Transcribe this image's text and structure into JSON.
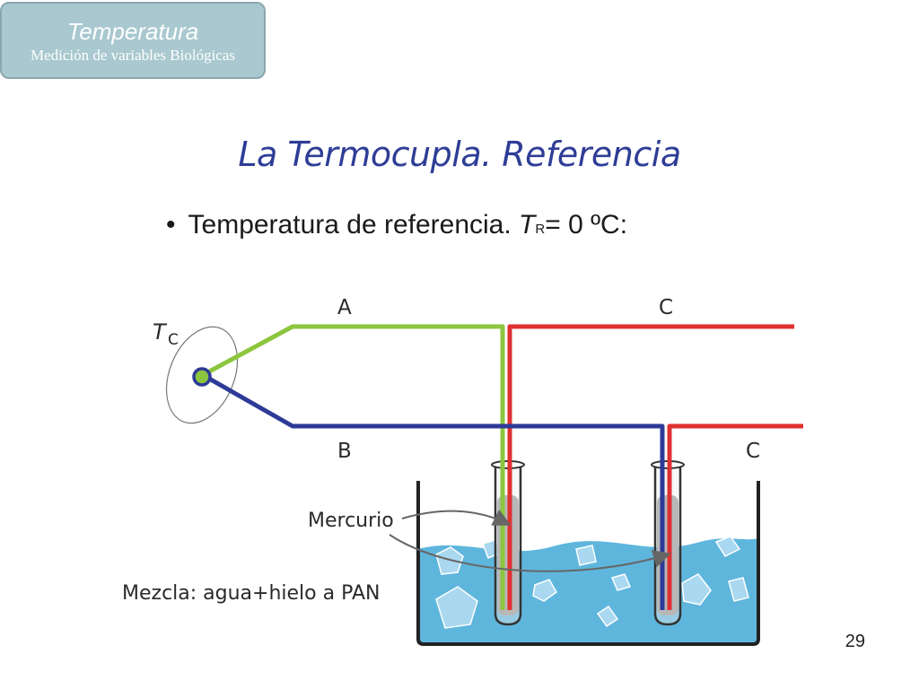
{
  "header": {
    "title": "Temperatura",
    "subtitle": "Medición de variables Biológicas"
  },
  "slide": {
    "title": "La Termocupla. Referencia",
    "bullet": {
      "symbol": "•",
      "text": "Temperatura de referencia. ",
      "variable": "T",
      "subscript": "R",
      "value": "= 0 ºC:"
    },
    "page_number": "29"
  },
  "diagram": {
    "junction_label": "T",
    "junction_sub": "C",
    "wire_a": "A",
    "wire_b": "B",
    "wire_c_top": "C",
    "wire_c_bottom": "C",
    "mercury_label": "Mercurio",
    "mixture_label": "Mezcla: agua+hielo a PAN",
    "colors": {
      "wire_a": "#8cc63f",
      "wire_b": "#2e3a97",
      "wire_c": "#e03131",
      "water": "#5fb6dd",
      "tube": "#bdbdbd"
    }
  }
}
